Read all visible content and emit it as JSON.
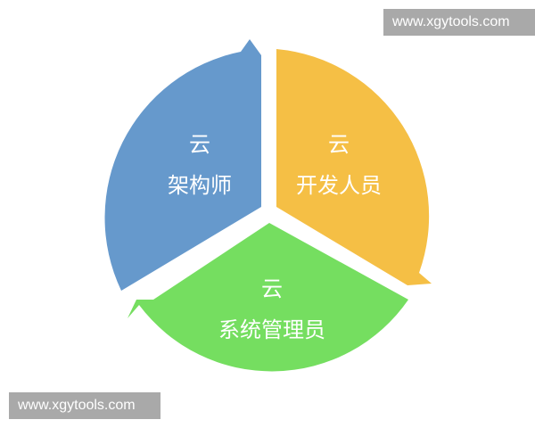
{
  "diagram": {
    "type": "cycle",
    "segments": [
      {
        "line1": "云",
        "line2": "架构师",
        "color": "#6699cc"
      },
      {
        "line1": "云",
        "line2": "开发人员",
        "color": "#f5bf45"
      },
      {
        "line1": "云",
        "line2": "系统管理员",
        "color": "#75de60"
      }
    ]
  },
  "watermarks": {
    "top_right": "www.xgytools.com",
    "bottom_left": "www.xgytools.com"
  }
}
